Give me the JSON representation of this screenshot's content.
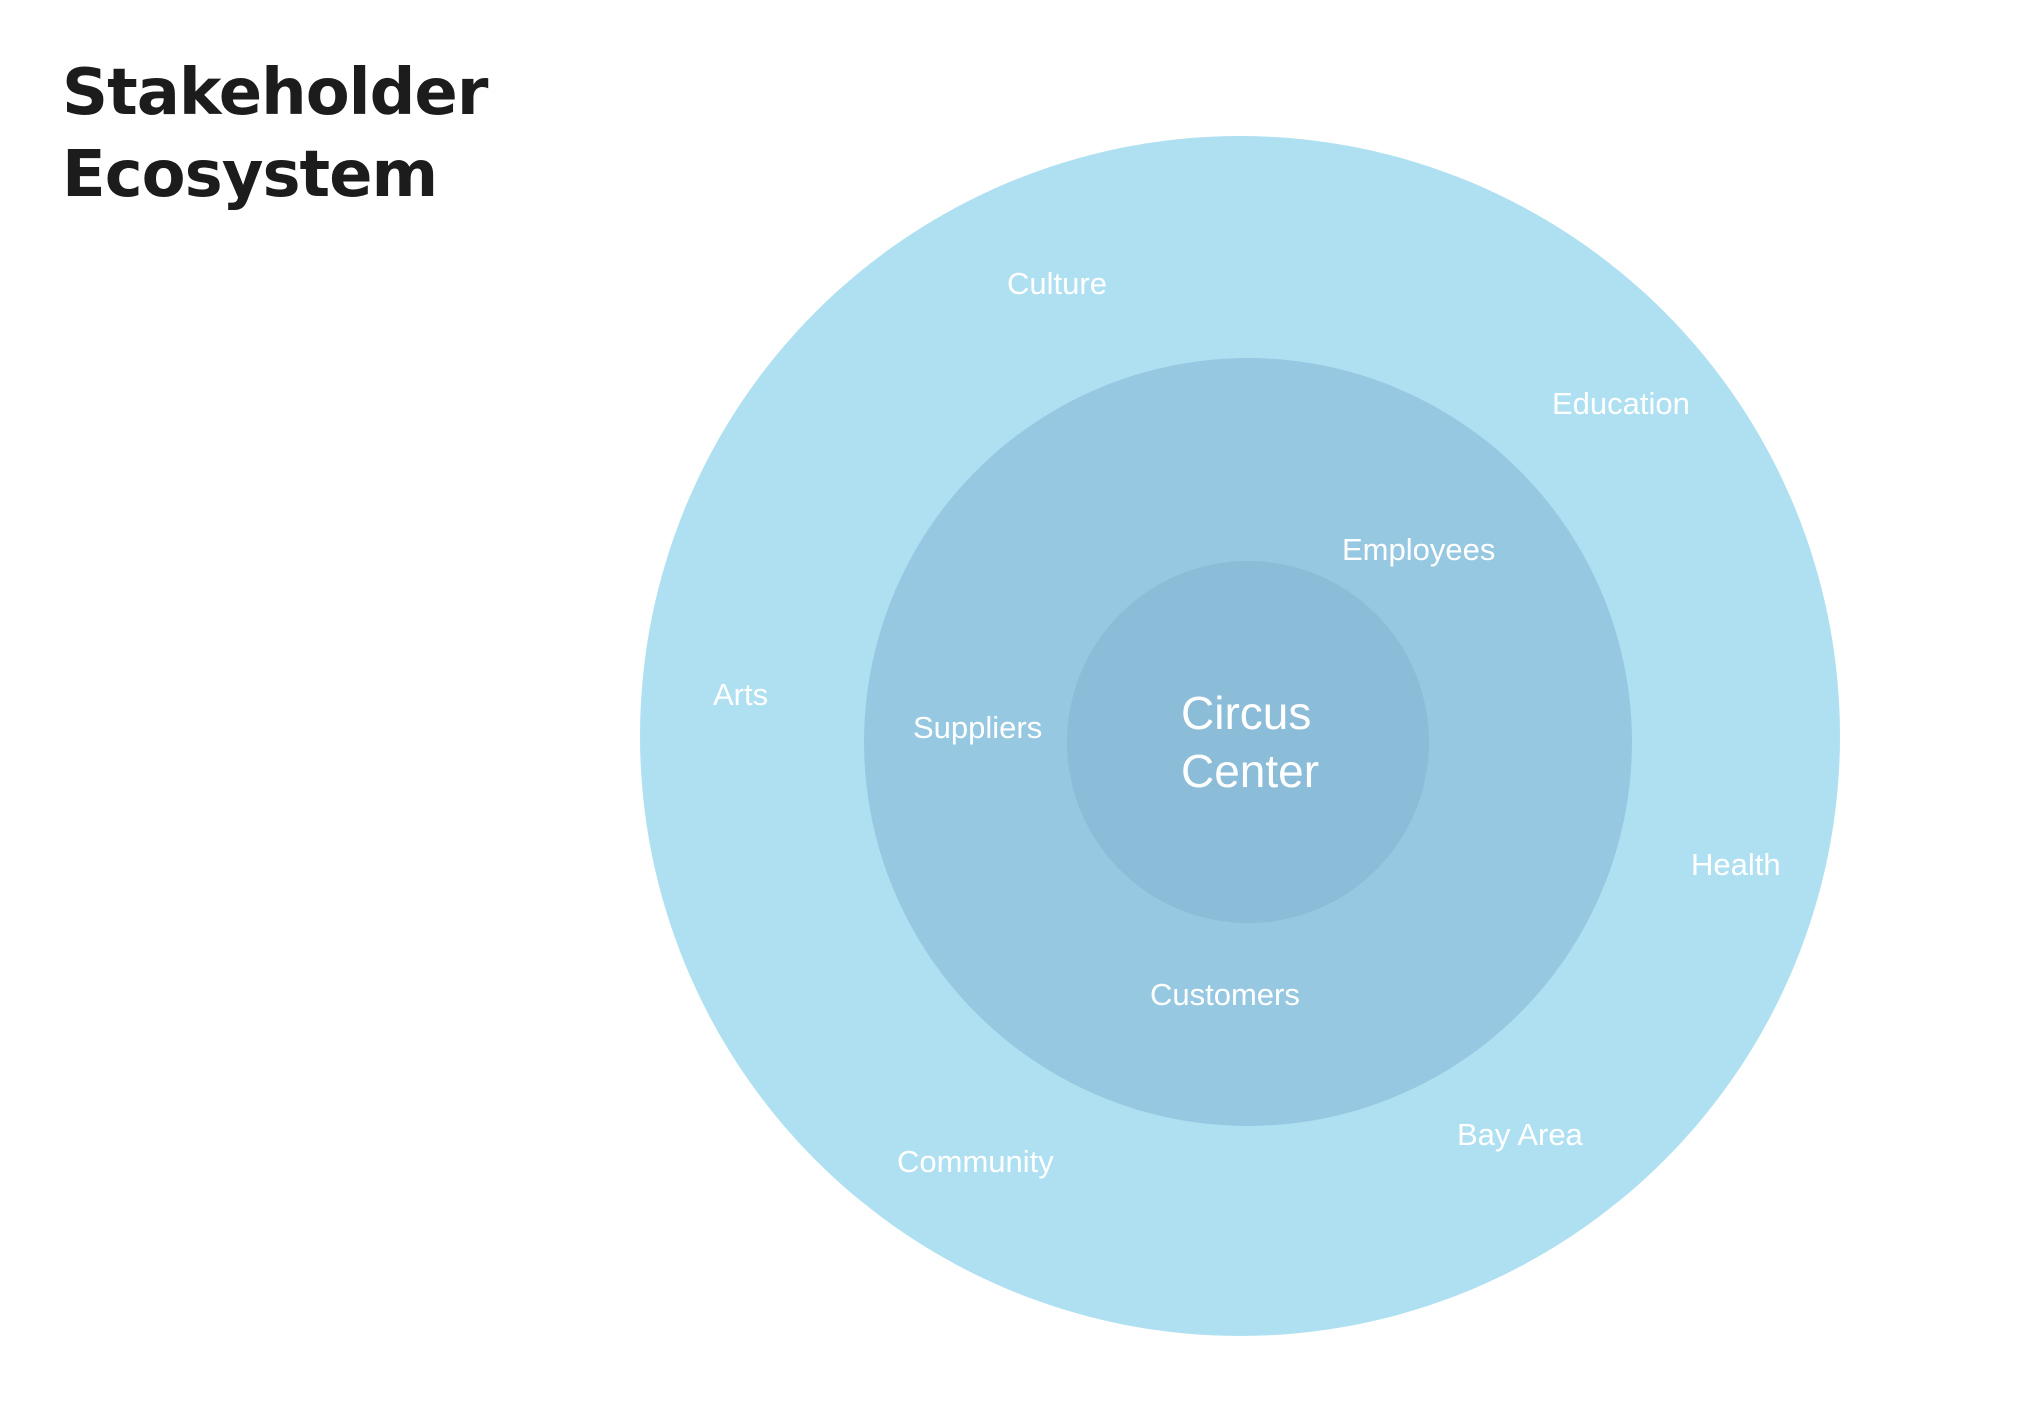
{
  "title": {
    "line1": "Stakeholder",
    "line2": "Ecosystem"
  },
  "colors": {
    "outer_ring": "#afe0f1",
    "middle_ring": "#97c8e1",
    "inner_circle": "#8bbcd8",
    "label_text": "#ffffff",
    "title_text": "#1c1c1c"
  },
  "center": {
    "line1": "Circus",
    "line2": "Center"
  },
  "middle_ring": {
    "labels": [
      "Employees",
      "Suppliers",
      "Customers"
    ]
  },
  "outer_ring": {
    "labels": [
      "Culture",
      "Education",
      "Arts",
      "Health",
      "Community",
      "Bay Area"
    ]
  }
}
